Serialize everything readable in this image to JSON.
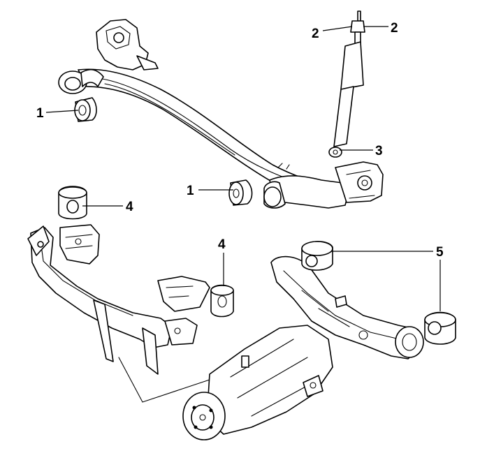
{
  "diagram": {
    "callouts": [
      {
        "id": "c1a",
        "label": "1"
      },
      {
        "id": "c1b",
        "label": "1"
      },
      {
        "id": "c2a",
        "label": "2"
      },
      {
        "id": "c2b",
        "label": "2"
      },
      {
        "id": "c3",
        "label": "3"
      },
      {
        "id": "c4a",
        "label": "4"
      },
      {
        "id": "c4b",
        "label": "4"
      },
      {
        "id": "c5",
        "label": "5"
      }
    ],
    "colors": {
      "line": "#000000",
      "background": "#ffffff"
    }
  }
}
